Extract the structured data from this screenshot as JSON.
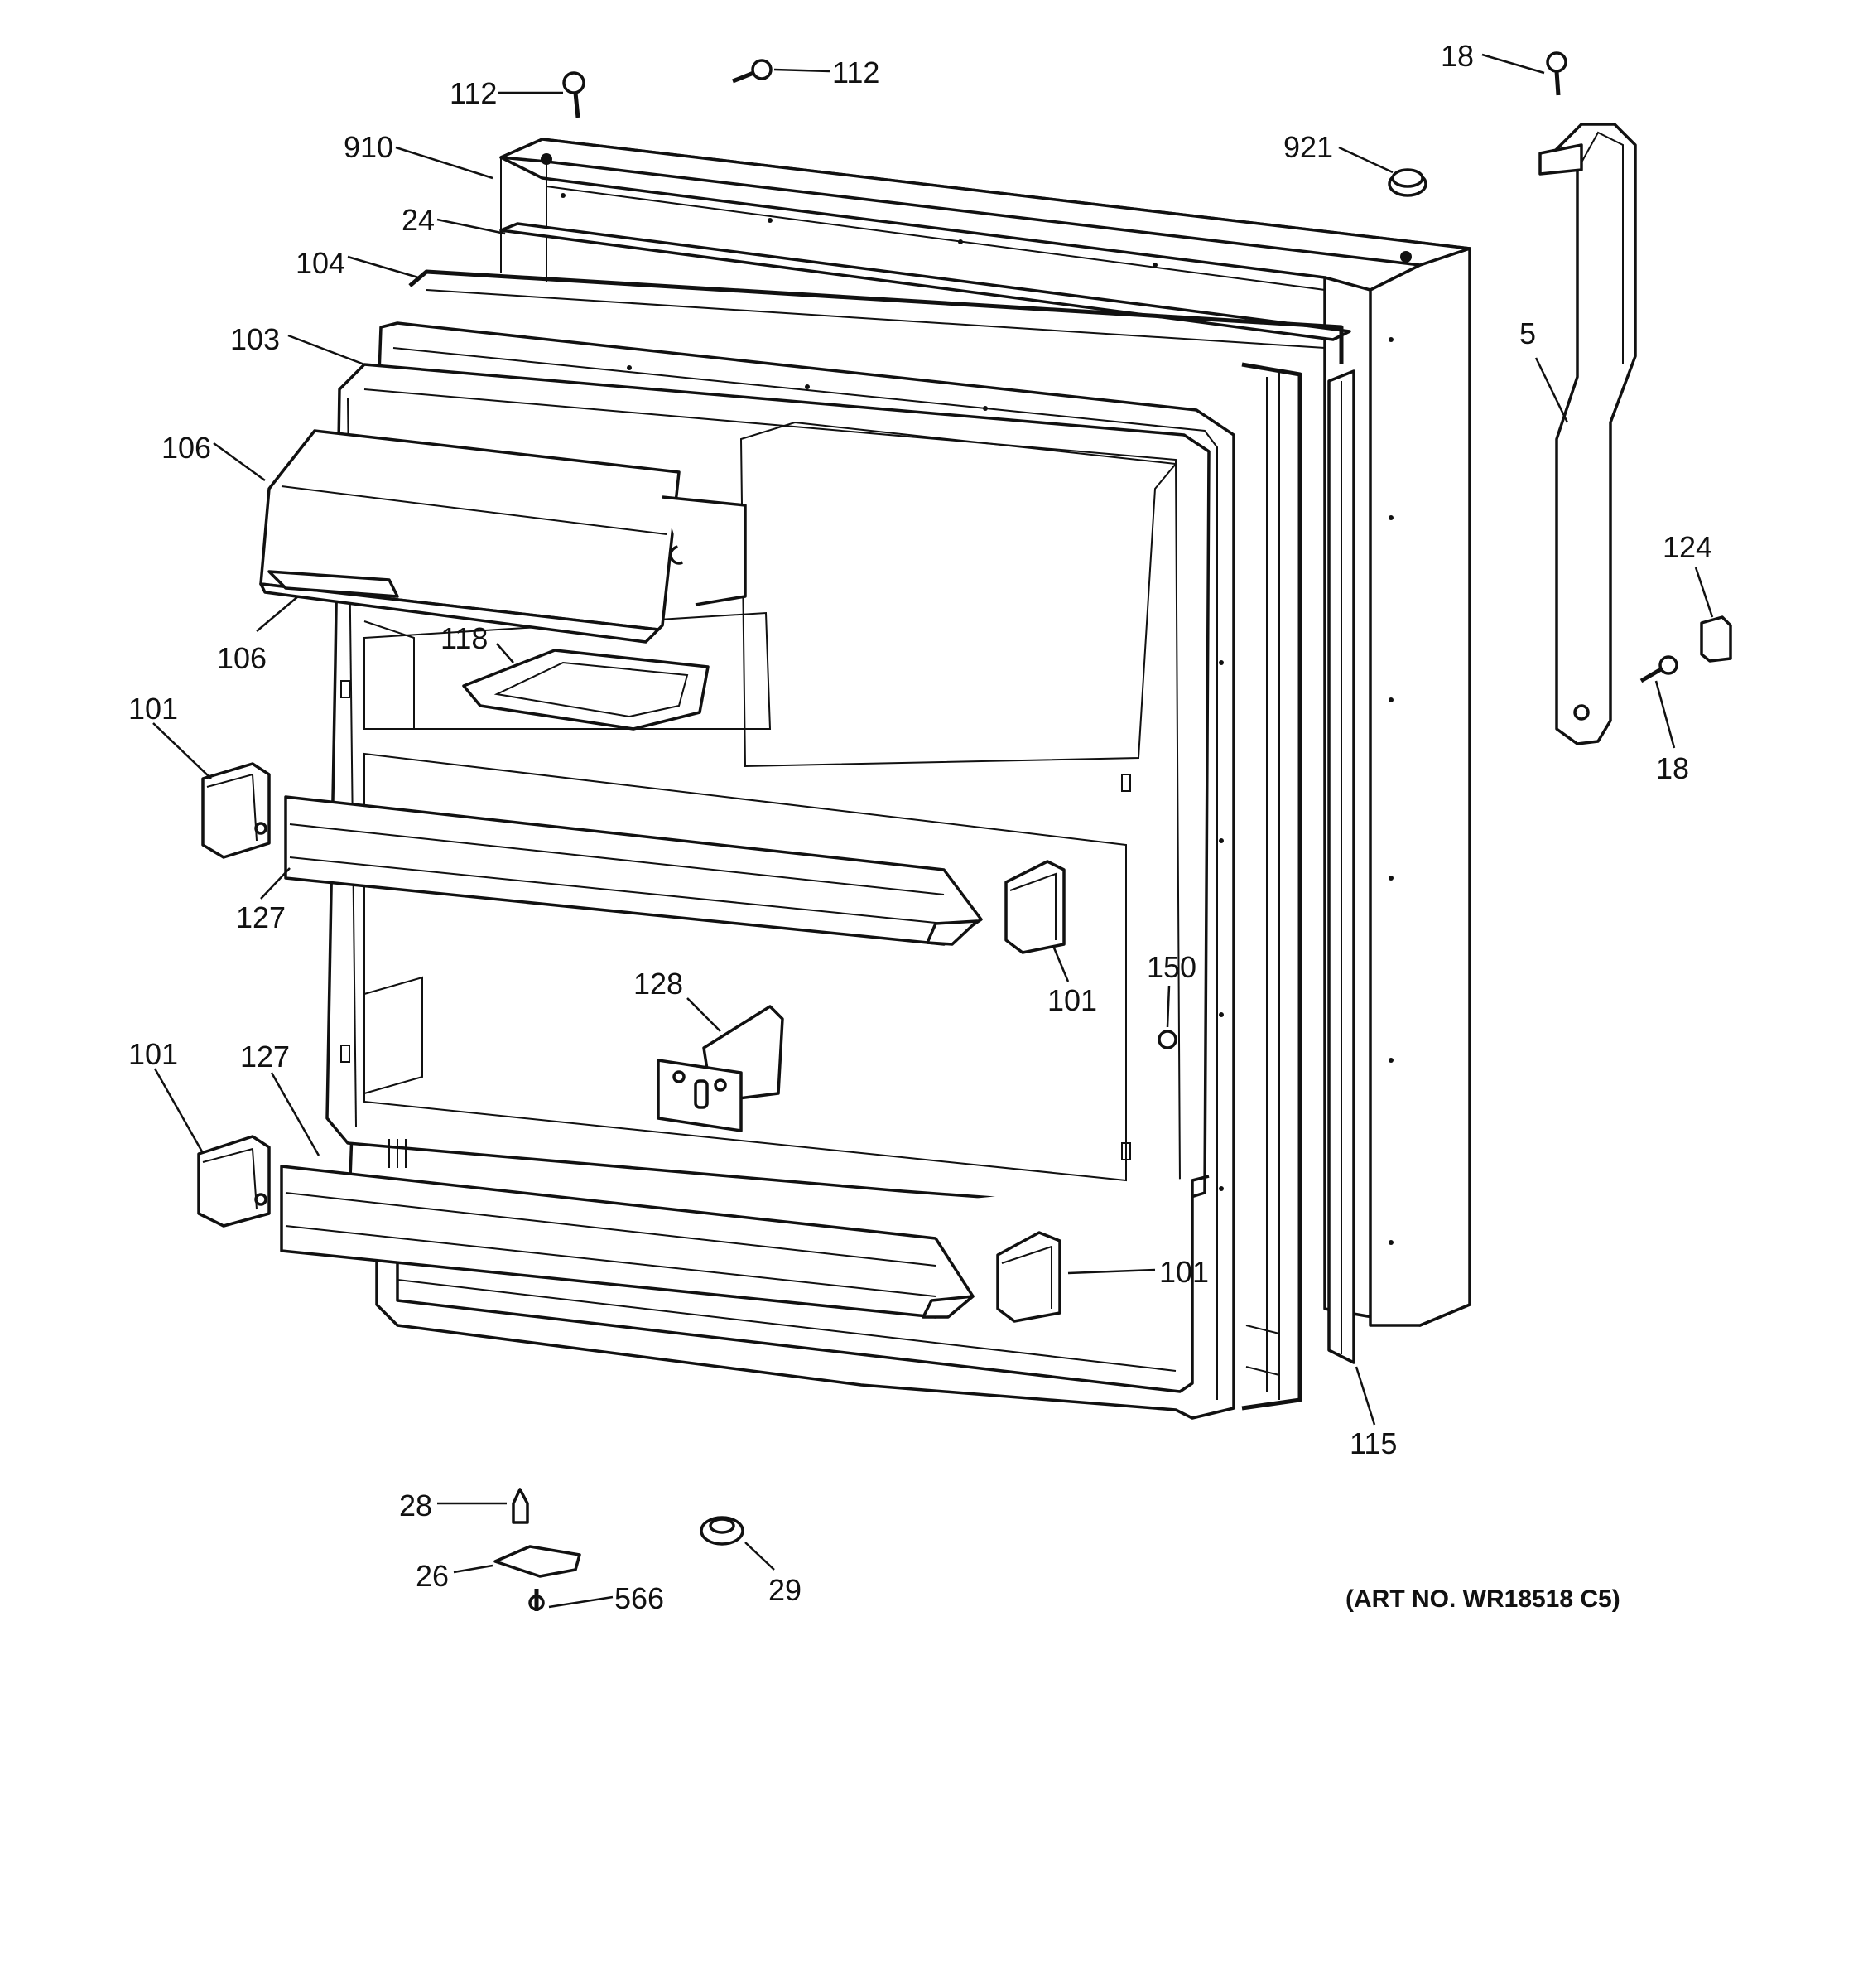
{
  "art_number": "(ART NO. WR18518 C5)",
  "callouts": [
    {
      "id": "c112a",
      "text": "112"
    },
    {
      "id": "c112b",
      "text": "112"
    },
    {
      "id": "c18a",
      "text": "18"
    },
    {
      "id": "c910",
      "text": "910"
    },
    {
      "id": "c921",
      "text": "921"
    },
    {
      "id": "c24",
      "text": "24"
    },
    {
      "id": "c104",
      "text": "104"
    },
    {
      "id": "c103",
      "text": "103"
    },
    {
      "id": "c5",
      "text": "5"
    },
    {
      "id": "c106a",
      "text": "106"
    },
    {
      "id": "c106b",
      "text": "106"
    },
    {
      "id": "c118",
      "text": "118"
    },
    {
      "id": "c124",
      "text": "124"
    },
    {
      "id": "c18b",
      "text": "18"
    },
    {
      "id": "c101a",
      "text": "101"
    },
    {
      "id": "c127a",
      "text": "127"
    },
    {
      "id": "c101b",
      "text": "101"
    },
    {
      "id": "c128",
      "text": "128"
    },
    {
      "id": "c150",
      "text": "150"
    },
    {
      "id": "c101c",
      "text": "101"
    },
    {
      "id": "c127b",
      "text": "127"
    },
    {
      "id": "c101d",
      "text": "101"
    },
    {
      "id": "c115",
      "text": "115"
    },
    {
      "id": "c28",
      "text": "28"
    },
    {
      "id": "c26",
      "text": "26"
    },
    {
      "id": "c566",
      "text": "566"
    },
    {
      "id": "c29",
      "text": "29"
    }
  ]
}
